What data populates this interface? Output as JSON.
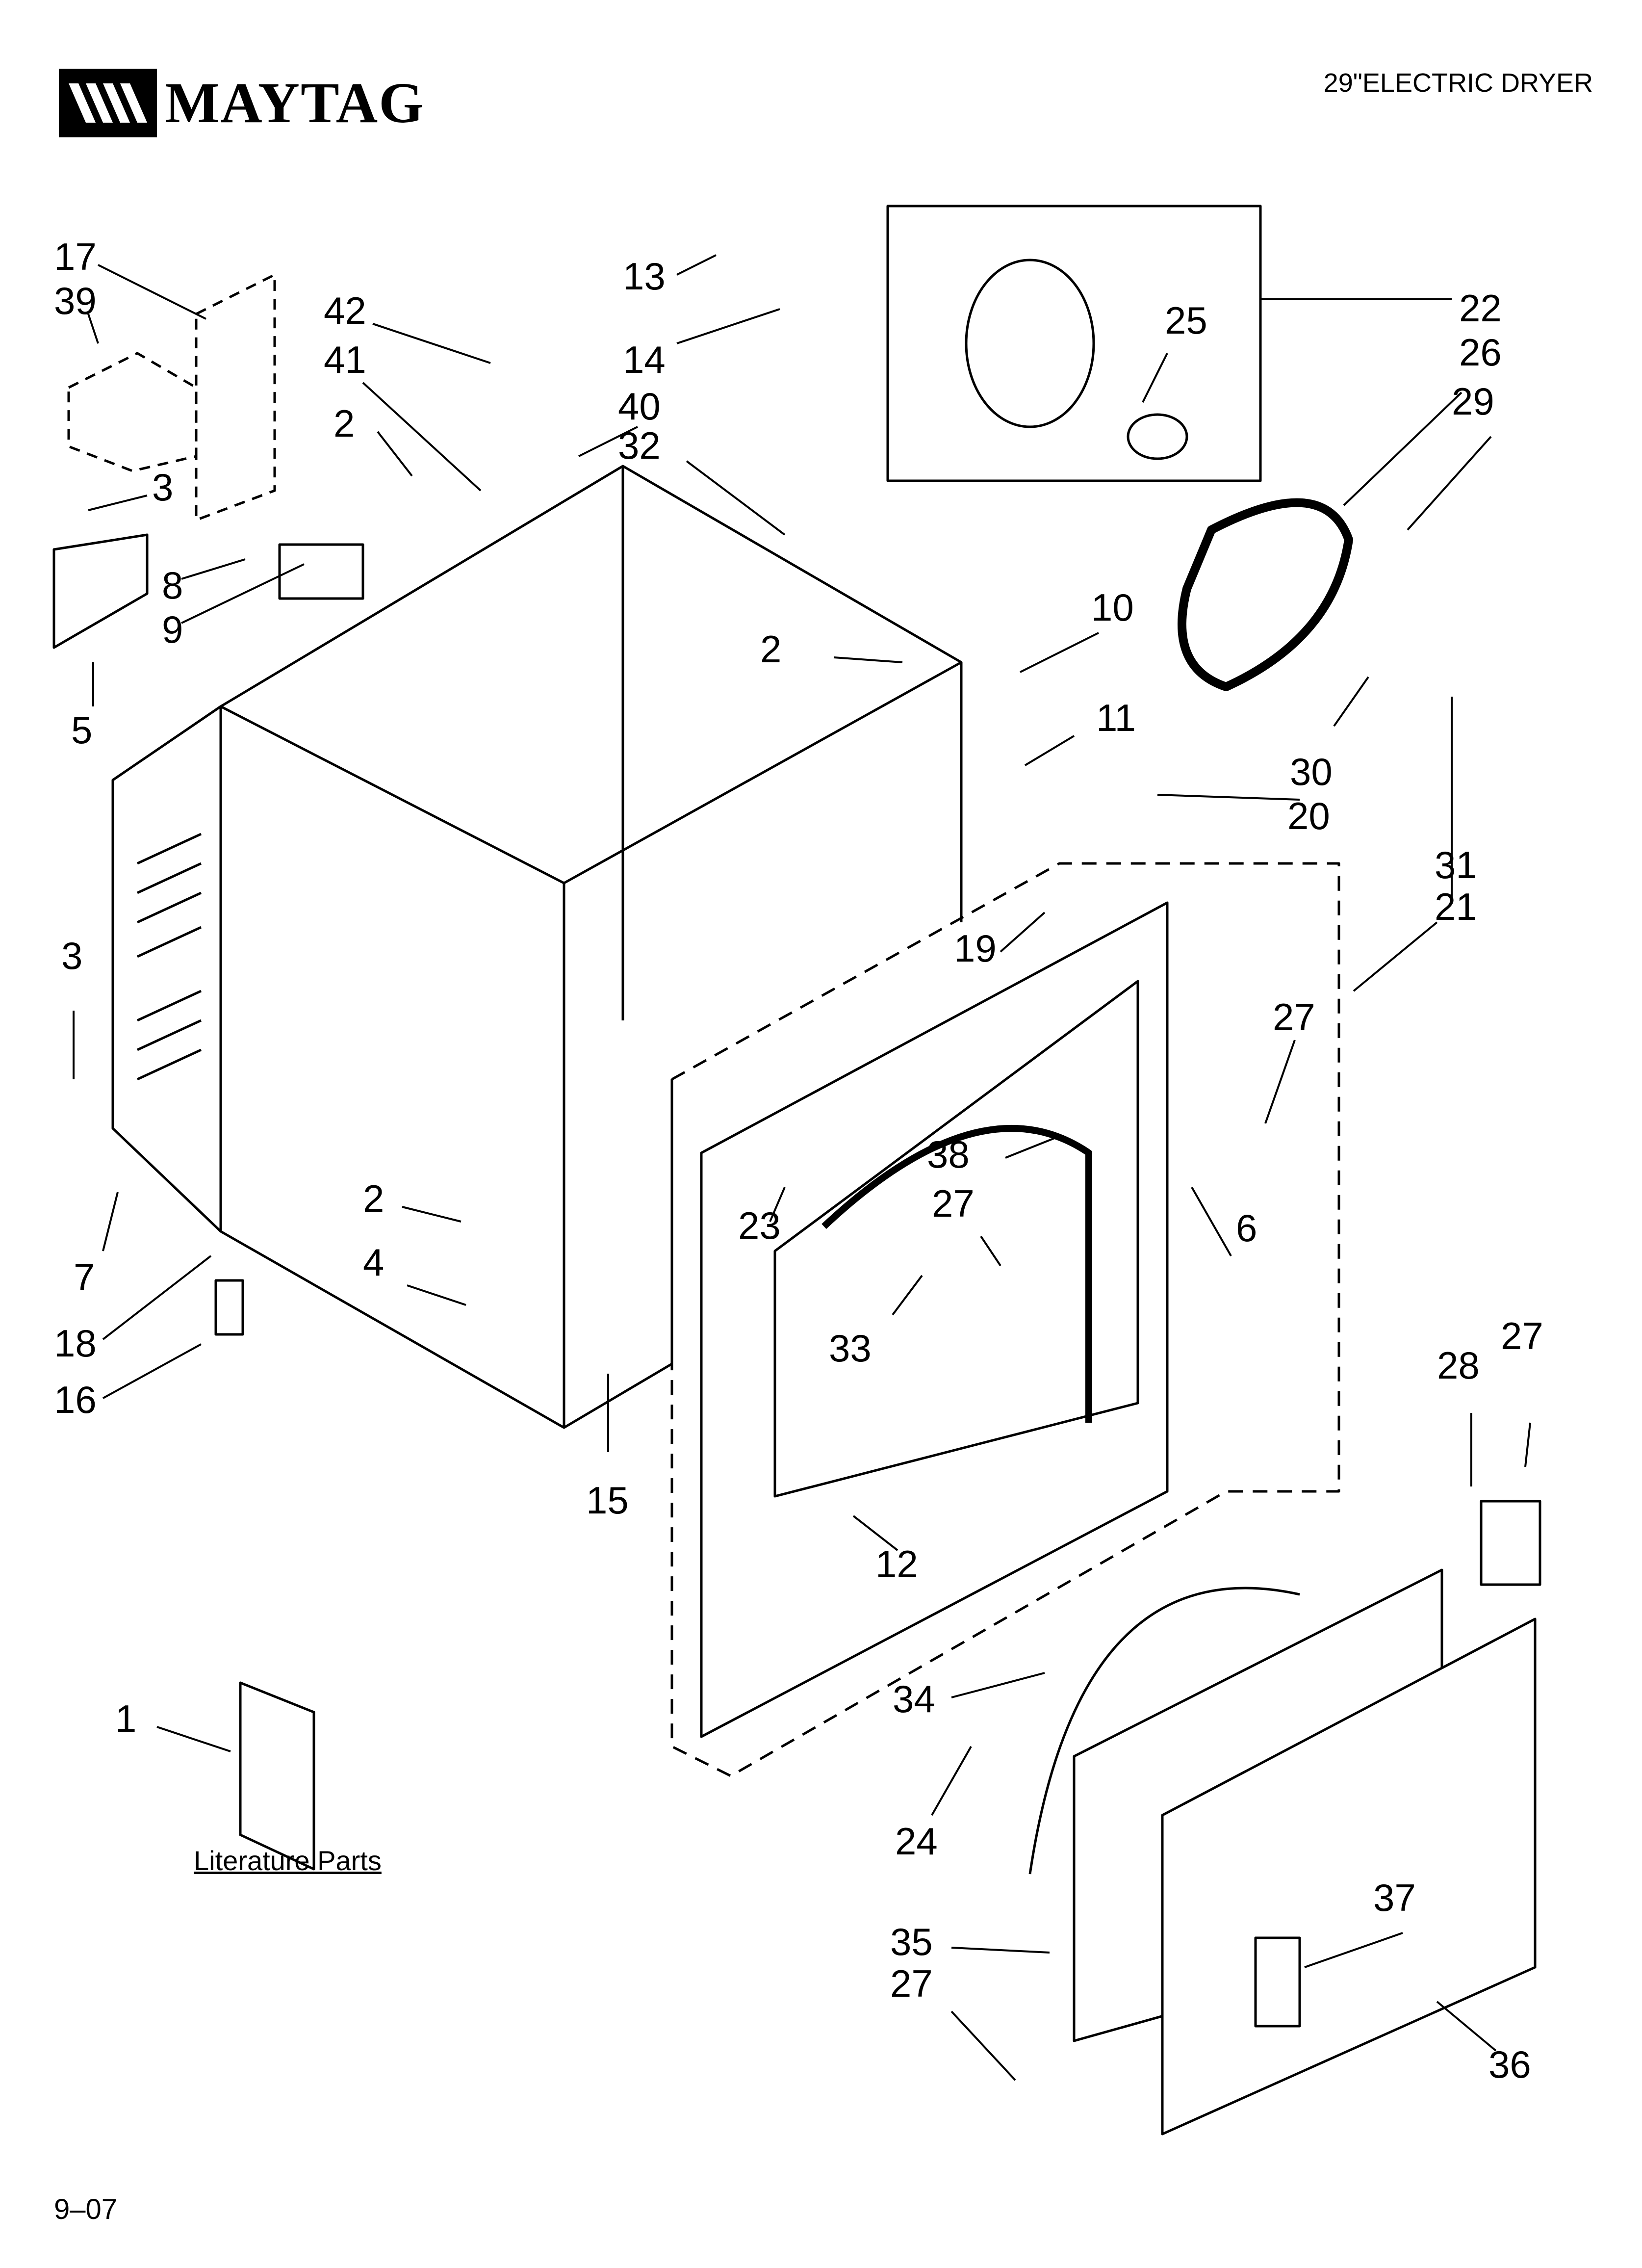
{
  "brand": {
    "name": "MAYTAG",
    "mark": "maytag-wave-logo"
  },
  "model": "29\"ELECTRIC DRYER",
  "page_code": "9–07",
  "literature_caption": "Literature Parts",
  "callouts": [
    {
      "id": "c17",
      "text": "17"
    },
    {
      "id": "c39",
      "text": "39"
    },
    {
      "id": "c42",
      "text": "42"
    },
    {
      "id": "c41",
      "text": "41"
    },
    {
      "id": "c2a",
      "text": "2"
    },
    {
      "id": "c3a",
      "text": "3"
    },
    {
      "id": "c8",
      "text": "8"
    },
    {
      "id": "c9",
      "text": "9"
    },
    {
      "id": "c5",
      "text": "5"
    },
    {
      "id": "c13",
      "text": "13"
    },
    {
      "id": "c14",
      "text": "14"
    },
    {
      "id": "c40",
      "text": "40"
    },
    {
      "id": "c32",
      "text": "32"
    },
    {
      "id": "c25",
      "text": "25"
    },
    {
      "id": "c22",
      "text": "22"
    },
    {
      "id": "c26",
      "text": "26"
    },
    {
      "id": "c29",
      "text": "29"
    },
    {
      "id": "c10",
      "text": "10"
    },
    {
      "id": "c2b",
      "text": "2"
    },
    {
      "id": "c11",
      "text": "11"
    },
    {
      "id": "c30",
      "text": "30"
    },
    {
      "id": "c20",
      "text": "20"
    },
    {
      "id": "c31",
      "text": "31"
    },
    {
      "id": "c21",
      "text": "21"
    },
    {
      "id": "c19",
      "text": "19"
    },
    {
      "id": "c3b",
      "text": "3"
    },
    {
      "id": "c27a",
      "text": "27"
    },
    {
      "id": "c38",
      "text": "38"
    },
    {
      "id": "c27b",
      "text": "27"
    },
    {
      "id": "c6",
      "text": "6"
    },
    {
      "id": "c2c",
      "text": "2"
    },
    {
      "id": "c23",
      "text": "23"
    },
    {
      "id": "c7",
      "text": "7"
    },
    {
      "id": "c4",
      "text": "4"
    },
    {
      "id": "c18",
      "text": "18"
    },
    {
      "id": "c33",
      "text": "33"
    },
    {
      "id": "c16",
      "text": "16"
    },
    {
      "id": "c15",
      "text": "15"
    },
    {
      "id": "c28",
      "text": "28"
    },
    {
      "id": "c27c",
      "text": "27"
    },
    {
      "id": "c12",
      "text": "12"
    },
    {
      "id": "c1",
      "text": "1"
    },
    {
      "id": "c34",
      "text": "34"
    },
    {
      "id": "c24",
      "text": "24"
    },
    {
      "id": "c37",
      "text": "37"
    },
    {
      "id": "c35",
      "text": "35"
    },
    {
      "id": "c27d",
      "text": "27"
    },
    {
      "id": "c36",
      "text": "36"
    }
  ]
}
